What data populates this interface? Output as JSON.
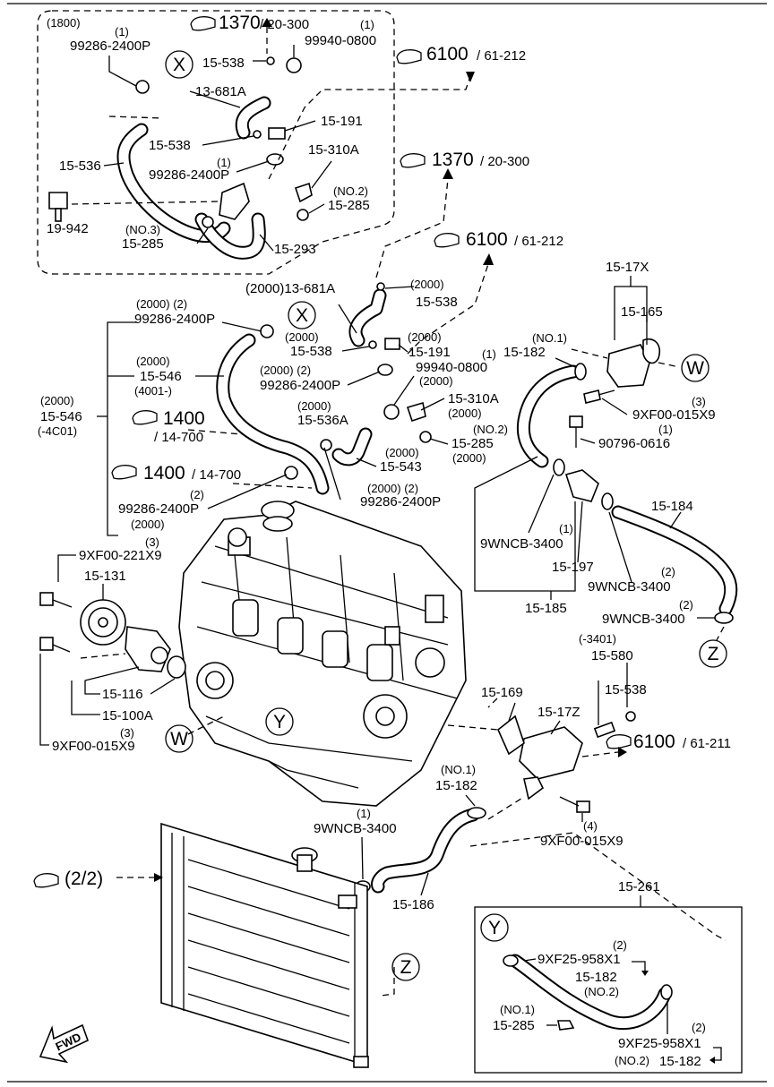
{
  "labels": {
    "l1800": "(1800)",
    "l1_a": "(1)",
    "p99286_a": "99286-2400P",
    "ref1370_a": "1370",
    "ref1370_a_sub": "/ 20-300",
    "l1_b": "(1)",
    "p99940_a": "99940-0800",
    "p15538_a": "15-538",
    "p13681A_a": "13-681A",
    "ref6100_a": "6100",
    "ref6100_a_sub": "/ 61-212",
    "p15191_a": "15-191",
    "p15538_b": "15-538",
    "p15310A_a": "15-310A",
    "p15536": "15-536",
    "l1_c": "(1)",
    "p99286_b": "99286-2400P",
    "ref1370_b": "1370",
    "ref1370_b_sub": "/ 20-300",
    "lno2_a": "(NO.2)",
    "p15285_a": "15-285",
    "p19942": "19-942",
    "lno3": "(NO.3)",
    "p15285_b": "15-285",
    "p15293": "15-293",
    "ref6100_b": "6100",
    "ref6100_b_sub": "/ 61-212",
    "p13681A_b": "(2000)13-681A",
    "l2000_a": "(2000)",
    "p15538_c": "15-538",
    "l2000_2_a": "(2000) (2)",
    "p99286_c": "99286-2400P",
    "l2000_b": "(2000)",
    "p15538_d": "15-538",
    "l2000_c": "(2000)",
    "p15191_b": "15-191",
    "l2000_d": "(2000)",
    "p15546_a": "15-546",
    "l4001_a": "(4001-)",
    "l1_d": "(1)",
    "p99940_b": "99940-0800",
    "l2000_2_b": "(2000) (2)",
    "p99286_d": "99286-2400P",
    "l2000_e": "(2000)",
    "p15310A_b": "15-310A",
    "l2000_f": "(2000)",
    "l2000_g": "(2000)",
    "p15546_b": "15-546",
    "l4001_b": "(-4C01)",
    "ref1400_a": "1400",
    "ref1400_a_sub": "/ 14-700",
    "l2000_h": "(2000)",
    "p15536A": "15-536A",
    "lno2_b": "(NO.2)",
    "p15285_c": "15-285",
    "l2000_i": "(2000)",
    "p15543": "15-543",
    "l2000_j": "(2000)",
    "ref1400_b": "1400",
    "ref1400_b_sub": "/ 14-700",
    "l2_a": "(2)",
    "p99286_e": "99286-2400P",
    "l2000_k": "(2000)",
    "l2000_2_c": "(2000) (2)",
    "p99286_f": "99286-2400P",
    "p1517X": "15-17X",
    "p15165": "15-165",
    "lno1_a": "(NO.1)",
    "p15182_a": "15-182",
    "l3_a": "(3)",
    "p9XF00_015X9_a": "9XF00-015X9",
    "l1_e": "(1)",
    "p90796": "90796-0616",
    "p15184": "15-184",
    "l1_f": "(1)",
    "p9WNCB_a": "9WNCB-3400",
    "p15197": "15-197",
    "l2_b": "(2)",
    "p9WNCB_b": "9WNCB-3400",
    "p15185": "15-185",
    "l2_c": "(2)",
    "p9WNCB_c": "9WNCB-3400",
    "p9XF00_221X9": "9XF00-221X9",
    "l3_b": "(3)",
    "p15131": "15-131",
    "p15116": "15-116",
    "p15100A": "15-100A",
    "l3_c": "(3)",
    "p9XF00_015X9_b": "9XF00-015X9",
    "l3401": "(-3401)",
    "p15580": "15-580",
    "p15538_e": "15-538",
    "p15169": "15-169",
    "p1517Z": "15-17Z",
    "ref6100_c": "6100",
    "ref6100_c_sub": "/ 61-211",
    "lno1_b": "(NO.1)",
    "p15182_b": "15-182",
    "l1_g": "(1)",
    "p9WNCB_d": "9WNCB-3400",
    "l4": "(4)",
    "p9XF00_015X9_c": "9XF00-015X9",
    "ref22": "(2/2)",
    "p15186": "15-186",
    "p15261": "15-261",
    "l2_d": "(2)",
    "p9XF25_a": "9XF25-958X1",
    "p15182_c": "15-182",
    "lno2_c": "(NO.2)",
    "lno1_c": "(NO.1)",
    "p15285_d": "15-285",
    "l2_e": "(2)",
    "p9XF25_b": "9XF25-958X1",
    "lno2_d": "(NO.2)",
    "p15182_d": "15-182",
    "fwd": "FWD"
  },
  "circles": {
    "X1": "X",
    "X2": "X",
    "W1": "W",
    "W2": "W",
    "Y1": "Y",
    "Y2": "Y",
    "Z1": "Z",
    "Z2": "Z"
  }
}
